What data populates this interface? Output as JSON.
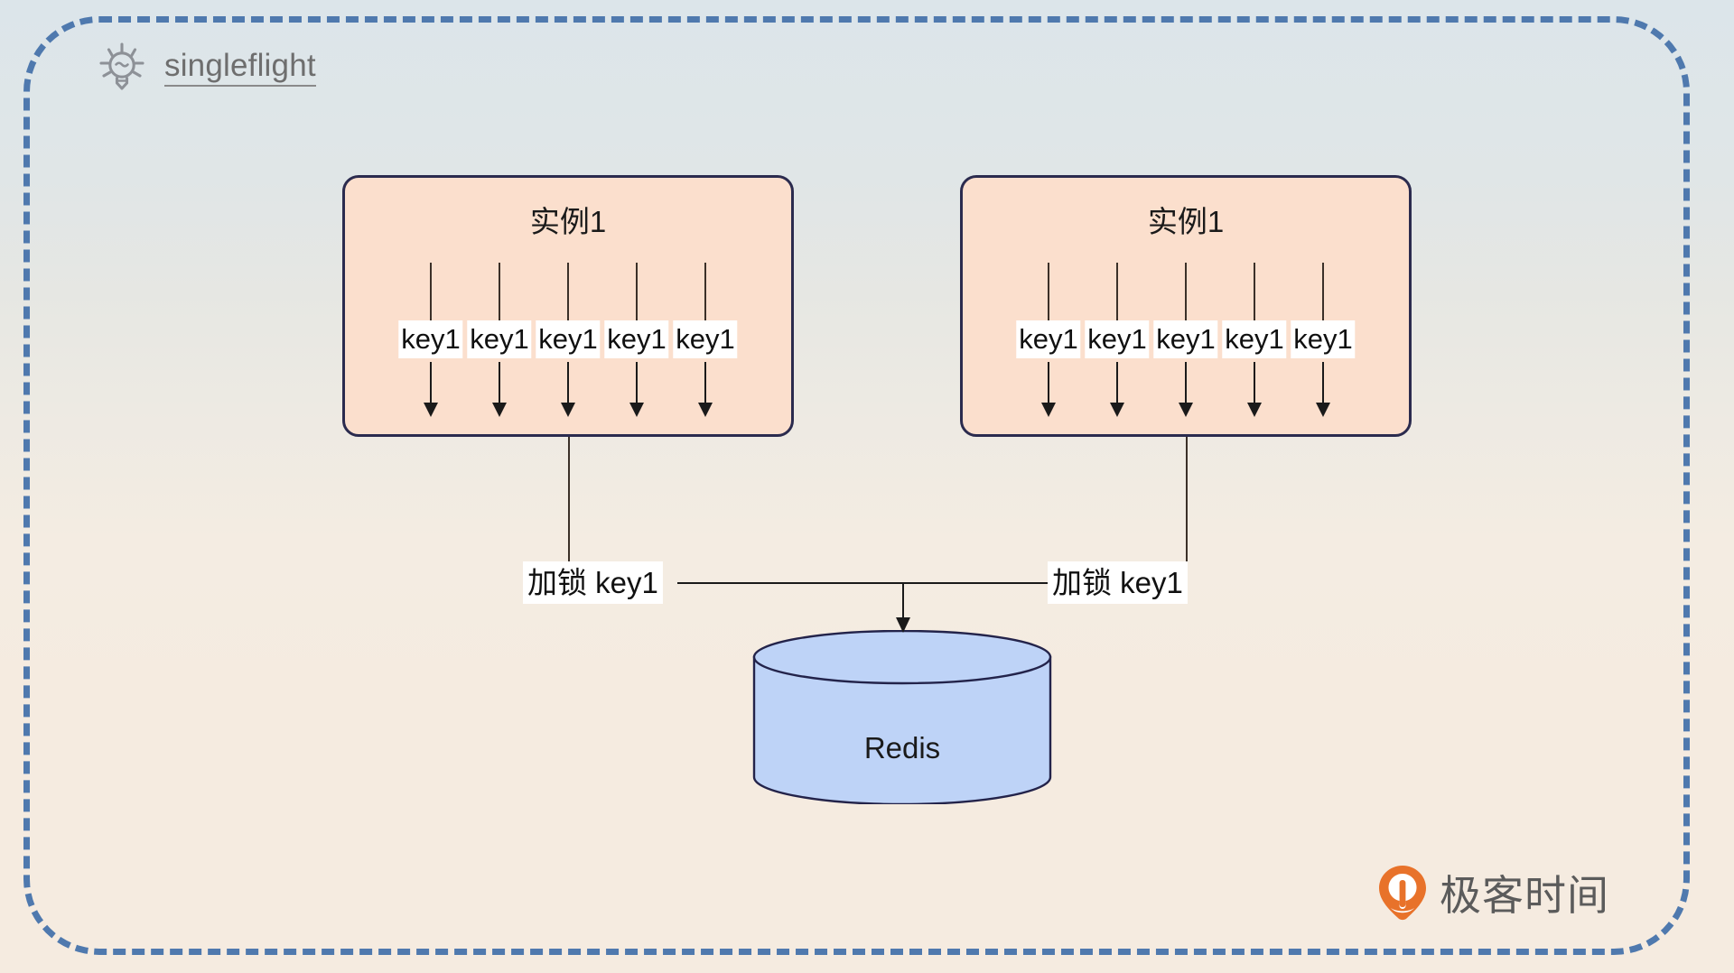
{
  "page": {
    "title": "singleflight",
    "background_top_color": "#dce5ea",
    "background_bottom_color": "#f5ebe0",
    "frame_border_color": "#4f79ae"
  },
  "header": {
    "icon": "lightbulb-icon",
    "label": "singleflight",
    "label_color": "#6e6e6e"
  },
  "instances": [
    {
      "title": "实例1",
      "fill_color": "#fbdfcd",
      "border_color": "#2b2b4e",
      "lanes": [
        {
          "key": "key1"
        },
        {
          "key": "key1"
        },
        {
          "key": "key1"
        },
        {
          "key": "key1"
        },
        {
          "key": "key1"
        }
      ]
    },
    {
      "title": "实例1",
      "fill_color": "#fbdfcd",
      "border_color": "#2b2b4e",
      "lanes": [
        {
          "key": "key1"
        },
        {
          "key": "key1"
        },
        {
          "key": "key1"
        },
        {
          "key": "key1"
        },
        {
          "key": "key1"
        }
      ]
    }
  ],
  "lock_labels": {
    "left": "加锁 key1",
    "right": "加锁 key1"
  },
  "datastore": {
    "label": "Redis",
    "shape": "cylinder",
    "fill_color": "#bed3f7",
    "border_color": "#23234a"
  },
  "brand": {
    "icon": "geektime-pin-icon",
    "text": "极客时间",
    "icon_color": "#e8722a",
    "text_color": "#5b5b5b"
  }
}
